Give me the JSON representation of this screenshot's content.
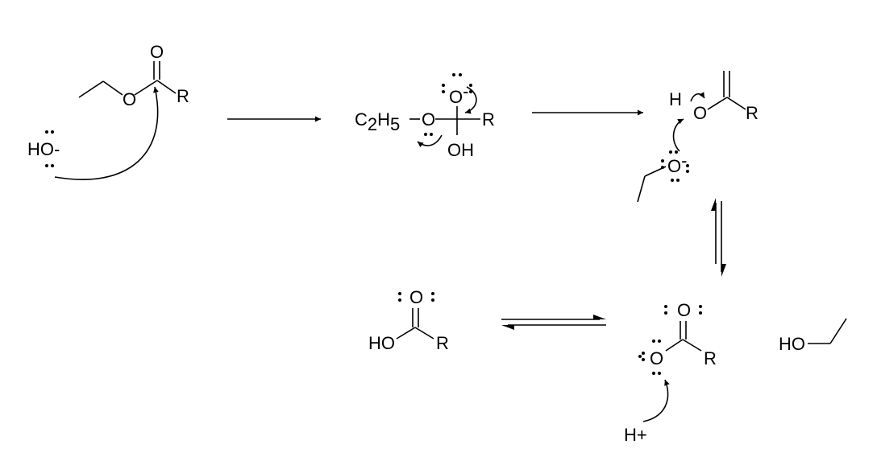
{
  "colors": {
    "ink": "#000000",
    "background": "#ffffff"
  },
  "molecules": {
    "ester": {
      "carbonyl_o": "O",
      "ester_o": "O",
      "r_group": "R"
    },
    "hydroxide": {
      "label": "HO-"
    },
    "tetrahedral": {
      "ethyl_c": "C",
      "ethyl_c_sub": "2",
      "ethyl_h": "H",
      "ethyl_h_sub": "5",
      "ether_o": "O",
      "oxide_o": "O",
      "oxide_charge": "-",
      "r_group": "R",
      "hydroxyl": "OH"
    },
    "enol": {
      "h": "H",
      "o": "O",
      "r_group": "R"
    },
    "ethoxide": {
      "o": "O",
      "charge": "-"
    },
    "carboxylic_acid": {
      "carbonyl_o": "O",
      "hydroxyl": "HO",
      "r_group": "R"
    },
    "carboxylate": {
      "carbonyl_o": "O",
      "o": "O",
      "r_group": "R",
      "proton": "H+"
    },
    "ethanol": {
      "hydroxyl": "HO"
    }
  }
}
